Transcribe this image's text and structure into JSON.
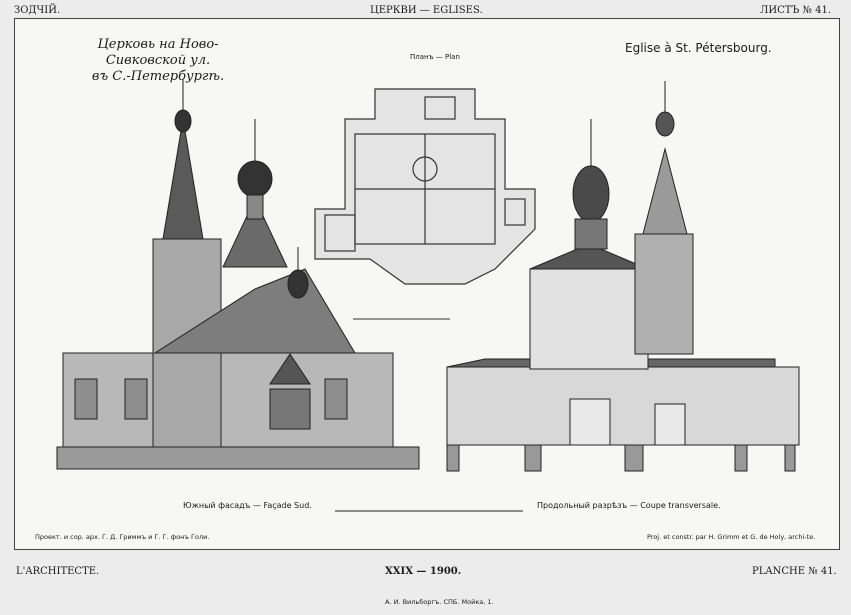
{
  "header": {
    "left": "ЗОДЧІЙ.",
    "center": "ЦЕРКВИ — EGLISES.",
    "right": "ЛИСТЪ № 41."
  },
  "title": {
    "ru_line1": "Церковь на Ново-Сивковской ул.",
    "ru_line2": "въ С.-Петербургѣ.",
    "fr": "Eglise à St. Pétersbourg."
  },
  "plan": {
    "label": "Планъ — Plan"
  },
  "captions": {
    "facade": "Южный фасадъ — Façade Sud.",
    "section": "Продольный разрѣзъ — Coupe transversale."
  },
  "credits": {
    "ru": "Проект. и сор. арх. Г. Д. Гриммъ и Г. Г. фонъ Голи.",
    "fr": "Proj. et constr. par H. Grimm et G. de Holy, archi-te."
  },
  "footer": {
    "left": "L'ARCHITECTE.",
    "center": "XXIX — 1900.",
    "right": "PLANCHE № 41.",
    "printer": "А. И. Вильборгъ. СПБ. Мойка, 1."
  }
}
